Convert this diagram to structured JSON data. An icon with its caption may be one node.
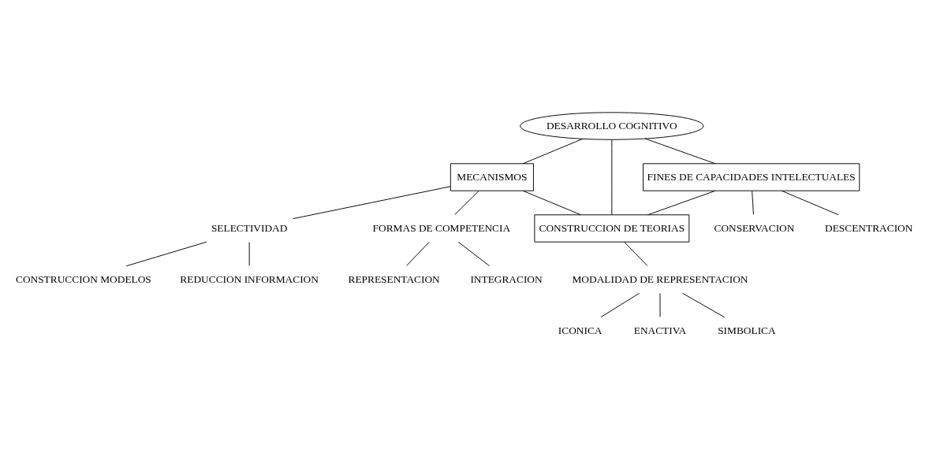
{
  "diagram": {
    "nodes": [
      {
        "text": [
          "DESARROLLO COGNITIVO"
        ]
      },
      {
        "text": [
          "MECANISMOS"
        ]
      },
      {
        "text": [
          "FINES DE CAPACIDADES INTELECTUALES"
        ]
      },
      {
        "text": [
          "CONSERVACION"
        ]
      },
      {
        "text": [
          "DESCENTRACION"
        ]
      },
      {
        "text": [
          "SELECTIVIDAD"
        ]
      },
      {
        "text": [
          "FORMAS DE COMPETENCIA"
        ]
      },
      {
        "text": [
          "CONSTRUCCION MODELOS"
        ]
      },
      {
        "text": [
          "REDUCCION INFORMACION"
        ]
      },
      {
        "text": [
          "REPRESENTACION"
        ]
      },
      {
        "text": [
          "INTEGRACION"
        ]
      },
      {
        "text": [
          "CONSTRUCCION DE TEORIAS"
        ]
      },
      {
        "text": [
          "MODALIDAD DE REPRESENTACION"
        ]
      },
      {
        "text": [
          "ICONICA"
        ]
      },
      {
        "text": [
          "ENACTIVA"
        ]
      },
      {
        "text": [
          "SIMBOLICA"
        ]
      }
    ],
    "edges": [
      {
        "from": 0,
        "to": 1,
        "arrow": "none"
      },
      {
        "from": 0,
        "to": 2,
        "arrow": "none"
      },
      {
        "from": 0,
        "to": 11,
        "arrow": "none"
      },
      {
        "from": 1,
        "to": 11,
        "arrow": "none"
      },
      {
        "from": 2,
        "to": 11,
        "arrow": "none"
      },
      {
        "from": 2,
        "to": 3,
        "arrow": "none"
      },
      {
        "from": 2,
        "to": 4,
        "arrow": "none"
      },
      {
        "from": 1,
        "to": 5,
        "arrow": "none"
      },
      {
        "from": 1,
        "to": 6,
        "arrow": "none"
      },
      {
        "from": 5,
        "to": 7,
        "arrow": "none"
      },
      {
        "from": 5,
        "to": 8,
        "arrow": "none"
      },
      {
        "from": 6,
        "to": 9,
        "arrow": "none"
      },
      {
        "from": 6,
        "to": 10,
        "arrow": "none"
      },
      {
        "from": 11,
        "to": 12,
        "arrow": "none"
      },
      {
        "from": 12,
        "to": 13,
        "arrow": "none"
      },
      {
        "from": 12,
        "to": 14,
        "arrow": "none"
      },
      {
        "from": 12,
        "to": 15,
        "arrow": "none"
      }
    ]
  }
}
